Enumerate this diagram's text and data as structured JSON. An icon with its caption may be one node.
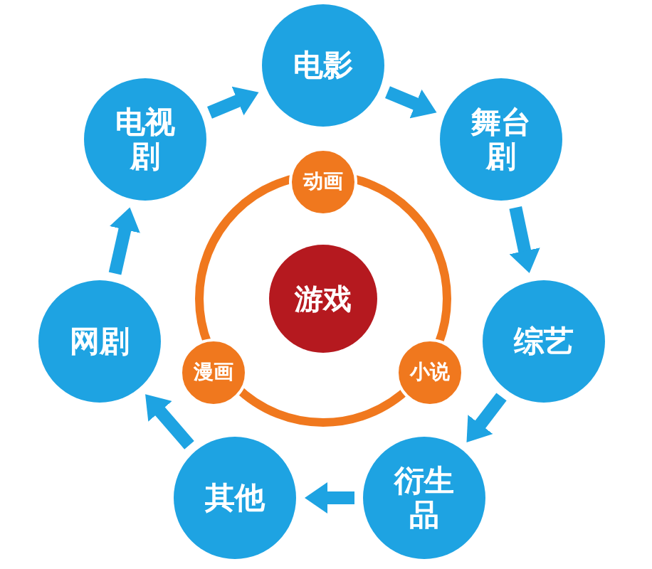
{
  "diagram": {
    "nodes": [
      {
        "text": [
          "电影"
        ]
      },
      {
        "text": [
          "电视剧"
        ]
      },
      {
        "text": [
          "舞台剧"
        ]
      },
      {
        "text": [
          "动画"
        ]
      },
      {
        "text": [
          "游戏"
        ]
      },
      {
        "text": [
          "漫画"
        ]
      },
      {
        "text": [
          "小说"
        ]
      },
      {
        "text": [
          "网剧"
        ]
      },
      {
        "text": [
          "综艺"
        ]
      },
      {
        "text": [
          "其他"
        ]
      },
      {
        "text": [
          "衍生品"
        ]
      }
    ],
    "edges": [
      {
        "from": 0,
        "to": 2,
        "arrow": "to"
      },
      {
        "from": 2,
        "to": 8,
        "arrow": "to"
      },
      {
        "from": 8,
        "to": 10,
        "arrow": "to"
      },
      {
        "from": 10,
        "to": 9,
        "arrow": "to"
      },
      {
        "from": 9,
        "to": 7,
        "arrow": "to"
      },
      {
        "from": 7,
        "to": 1,
        "arrow": "to"
      },
      {
        "from": 1,
        "to": 0,
        "arrow": "to"
      }
    ]
  }
}
